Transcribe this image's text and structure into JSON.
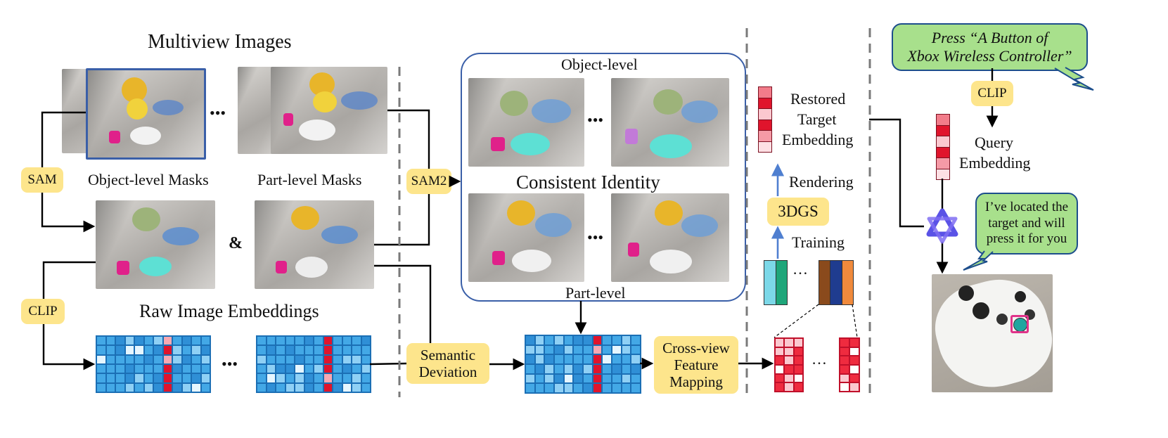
{
  "titles": {
    "multiview_images": "Multiview Images",
    "object_level_masks": "Object-level Masks",
    "part_level_masks": "Part-level Masks",
    "ampersand": "&",
    "raw_image_embeddings": "Raw Image Embeddings",
    "object_level": "Object-level",
    "consistent_identity": "Consistent Identity",
    "part_level": "Part-level",
    "restored_target_embedding": [
      "Restored",
      "Target",
      "Embedding"
    ],
    "rendering": "Rendering",
    "training": "Training",
    "query_embedding": [
      "Query",
      "Embedding"
    ]
  },
  "modules": {
    "sam": "SAM",
    "clip_left": "CLIP",
    "sam2": "SAM2",
    "semantic_deviation": [
      "Semantic",
      "Deviation"
    ],
    "cross_view": [
      "Cross-view",
      "Feature",
      "Mapping"
    ],
    "gs3d": "3DGS",
    "clip_right": "CLIP"
  },
  "ellipsis": "•••",
  "ellipsis_small": "…",
  "speech": {
    "query_line1": "Press “A Button of",
    "query_line2": "Xbox Wireless Controller”",
    "response": [
      "I’ve located the",
      "target and will",
      "press it for you"
    ]
  },
  "colors": {
    "module_fill": "#fde58c",
    "bubble_fill": "#a8e08c",
    "frame_blue": "#3a5fa8",
    "embed_blue": "#43a8e6",
    "embed_red": "#e0142c",
    "arrow_blue": "#4f7fd0"
  },
  "icons": {
    "assistant": "triangular-knot-logo-icon",
    "photo_subject": "pikachu-plush-figure-controller-photo"
  }
}
